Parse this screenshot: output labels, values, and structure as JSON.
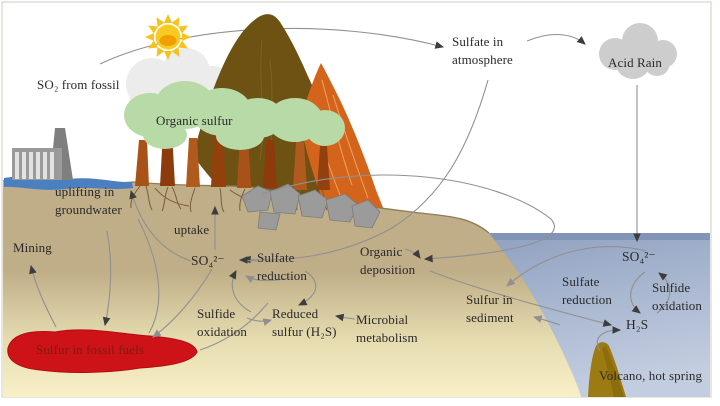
{
  "diagram": {
    "type": "sulfur-cycle",
    "labels": {
      "so2_from_fossil": {
        "text": "SO₂ from fossil"
      },
      "organic_sulfur": {
        "text": "Organic sulfur"
      },
      "sulfate_in_atmosphere": {
        "text": "Sulfate in\natmosphere"
      },
      "acid_rain": {
        "text": "Acid Rain"
      },
      "uplifting_in_groundwater": {
        "text": "uplifting in\ngroundwater"
      },
      "mining": {
        "text": "Mining"
      },
      "uptake": {
        "text": "uptake"
      },
      "so4_land": {
        "text": "SO₄²⁻"
      },
      "sulfate_reduction_land": {
        "text": "Sulfate\nreduction"
      },
      "organic_deposition": {
        "text": "Organic\ndeposition"
      },
      "sulfide_oxidation_land": {
        "text": "Sulfide\noxidation"
      },
      "reduced_sulfur": {
        "text": "Reduced\nsulfur (H₂S)"
      },
      "microbial_metabolism": {
        "text": "Microbial\nmetabolism"
      },
      "sulfur_in_sediment": {
        "text": "Sulfur in\nsediment"
      },
      "sulfate_reduction_sea": {
        "text": "Sulfate\nreduction"
      },
      "sulfide_oxidation_sea": {
        "text": "Sulfide\noxidation"
      },
      "so4_sea": {
        "text": "SO₄²⁻"
      },
      "h2s_sea": {
        "text": "H₂S"
      },
      "volcano_hot_spring": {
        "text": "Volcano, hot spring"
      },
      "sulfur_in_fossil_fuels": {
        "text": "Sulfur in fossil fuels"
      }
    },
    "colors": {
      "ground_top": "#bfae87",
      "ground_bottom": "#f8f0c8",
      "sea_top": "#8fa1c0",
      "sea_bottom": "#c3cde0",
      "groundwater": "#4b7fc0",
      "canopy_green": "#b7daa6",
      "mountain_brown": "#6d5213",
      "rocky_slope_orange": "#d4641c",
      "fossil_fuel_red": "#ce1318",
      "volcano_ochre": "#9d7b13",
      "sun_yellow": "#f7c71f",
      "cloud_gray": "#cdcdcd",
      "smoke_gray": "#ececec",
      "rock_gray": "#9b9b9b",
      "arrow_gray": "#909090",
      "text": "#2a2a2a"
    }
  }
}
